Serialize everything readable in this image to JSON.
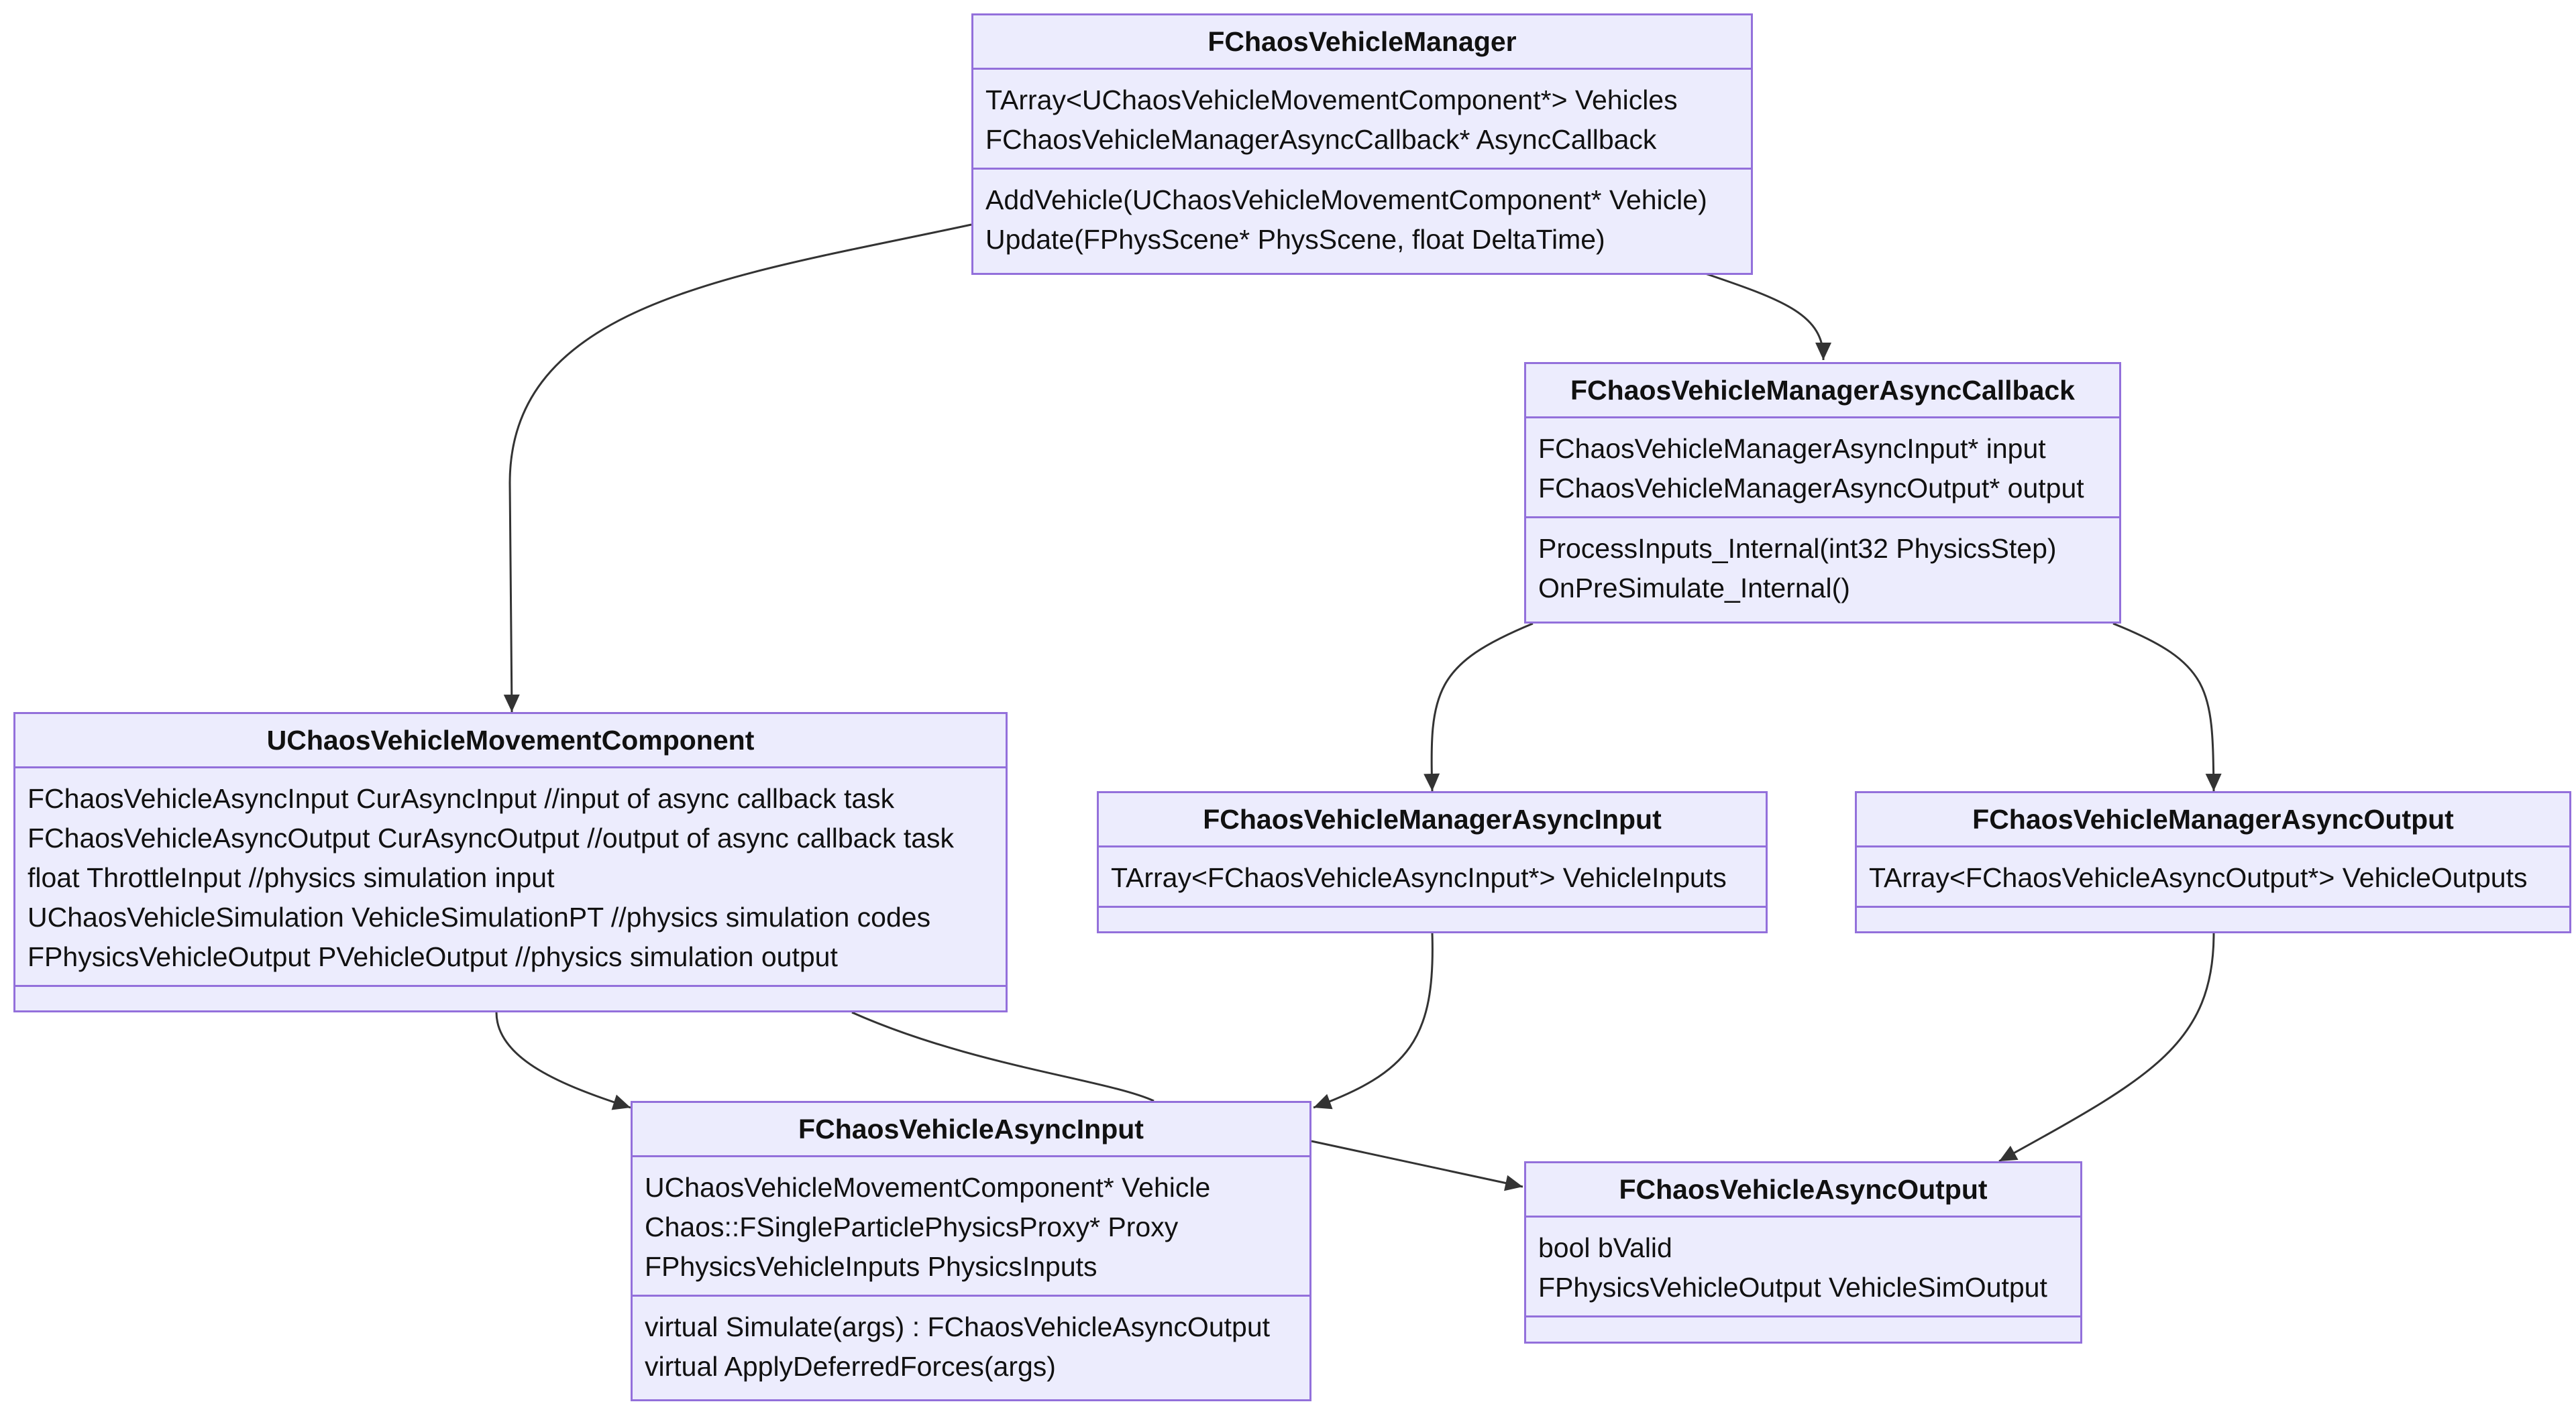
{
  "diagram": {
    "classes": {
      "manager": {
        "name": "FChaosVehicleManager",
        "attributes": [
          "TArray<UChaosVehicleMovementComponent*> Vehicles",
          "FChaosVehicleManagerAsyncCallback* AsyncCallback"
        ],
        "methods": [
          "AddVehicle(UChaosVehicleMovementComponent* Vehicle)",
          "Update(FPhysScene* PhysScene, float DeltaTime)"
        ]
      },
      "callback": {
        "name": "FChaosVehicleManagerAsyncCallback",
        "attributes": [
          "FChaosVehicleManagerAsyncInput* input",
          "FChaosVehicleManagerAsyncOutput* output"
        ],
        "methods": [
          "ProcessInputs_Internal(int32 PhysicsStep)",
          "OnPreSimulate_Internal()"
        ]
      },
      "movement": {
        "name": "UChaosVehicleMovementComponent",
        "attributes": [
          "FChaosVehicleAsyncInput CurAsyncInput //input of async callback task",
          "FChaosVehicleAsyncOutput CurAsyncOutput //output of async callback task",
          "float ThrottleInput //physics simulation input",
          "UChaosVehicleSimulation VehicleSimulationPT //physics simulation codes",
          "FPhysicsVehicleOutput PVehicleOutput //physics simulation output"
        ],
        "methods": []
      },
      "mgr_input": {
        "name": "FChaosVehicleManagerAsyncInput",
        "attributes": [
          "TArray<FChaosVehicleAsyncInput*> VehicleInputs"
        ],
        "methods": []
      },
      "mgr_output": {
        "name": "FChaosVehicleManagerAsyncOutput",
        "attributes": [
          "TArray<FChaosVehicleAsyncOutput*> VehicleOutputs"
        ],
        "methods": []
      },
      "async_input": {
        "name": "FChaosVehicleAsyncInput",
        "attributes": [
          "UChaosVehicleMovementComponent* Vehicle",
          "Chaos::FSingleParticlePhysicsProxy* Proxy",
          "FPhysicsVehicleInputs PhysicsInputs"
        ],
        "methods": [
          "virtual Simulate(args) : FChaosVehicleAsyncOutput",
          "virtual ApplyDeferredForces(args)"
        ]
      },
      "async_output": {
        "name": "FChaosVehicleAsyncOutput",
        "attributes": [
          "bool bValid",
          "FPhysicsVehicleOutput VehicleSimOutput"
        ],
        "methods": []
      }
    },
    "relations": [
      {
        "from": "manager",
        "to": "movement"
      },
      {
        "from": "manager",
        "to": "callback"
      },
      {
        "from": "callback",
        "to": "mgr_input"
      },
      {
        "from": "callback",
        "to": "mgr_output"
      },
      {
        "from": "movement",
        "to": "async_input"
      },
      {
        "from": "movement",
        "to": "async_output"
      },
      {
        "from": "mgr_input",
        "to": "async_input"
      },
      {
        "from": "mgr_output",
        "to": "async_output"
      }
    ],
    "colors": {
      "node_fill": "#ececfd",
      "node_border": "#9370db",
      "edge": "#333333"
    }
  }
}
